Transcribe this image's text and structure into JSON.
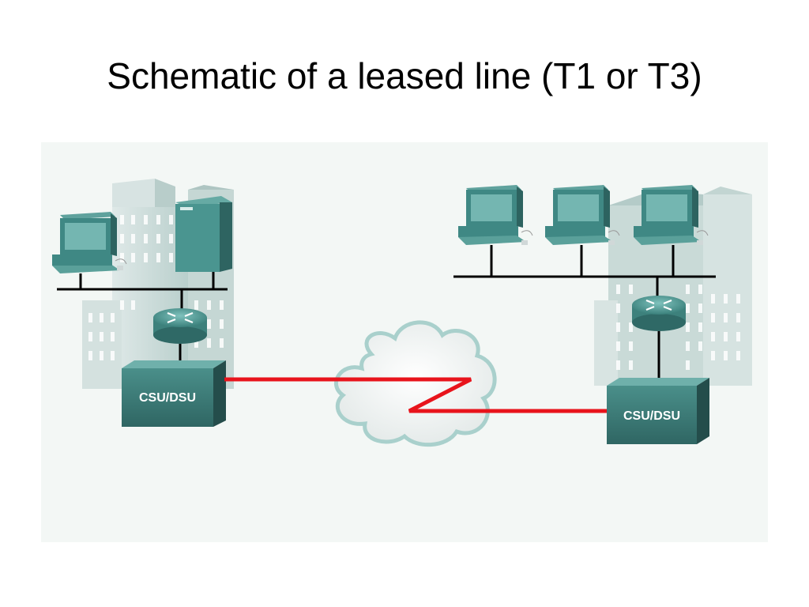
{
  "title": "Schematic of a leased line (T1 or T3)",
  "left_site": {
    "csu_dsu_label": "CSU/DSU"
  },
  "right_site": {
    "csu_dsu_label": "CSU/DSU"
  },
  "colors": {
    "device_teal": "#3e8c87",
    "device_dark": "#2c5d5a",
    "device_light": "#7fc2bd",
    "building": "#c8d8d6",
    "leased_line": "#e8141c",
    "ethernet_bus": "#000000",
    "cloud_fill": "#f7f7f7",
    "cloud_outline": "#9ec9c5",
    "background": "#f3f7f5"
  }
}
